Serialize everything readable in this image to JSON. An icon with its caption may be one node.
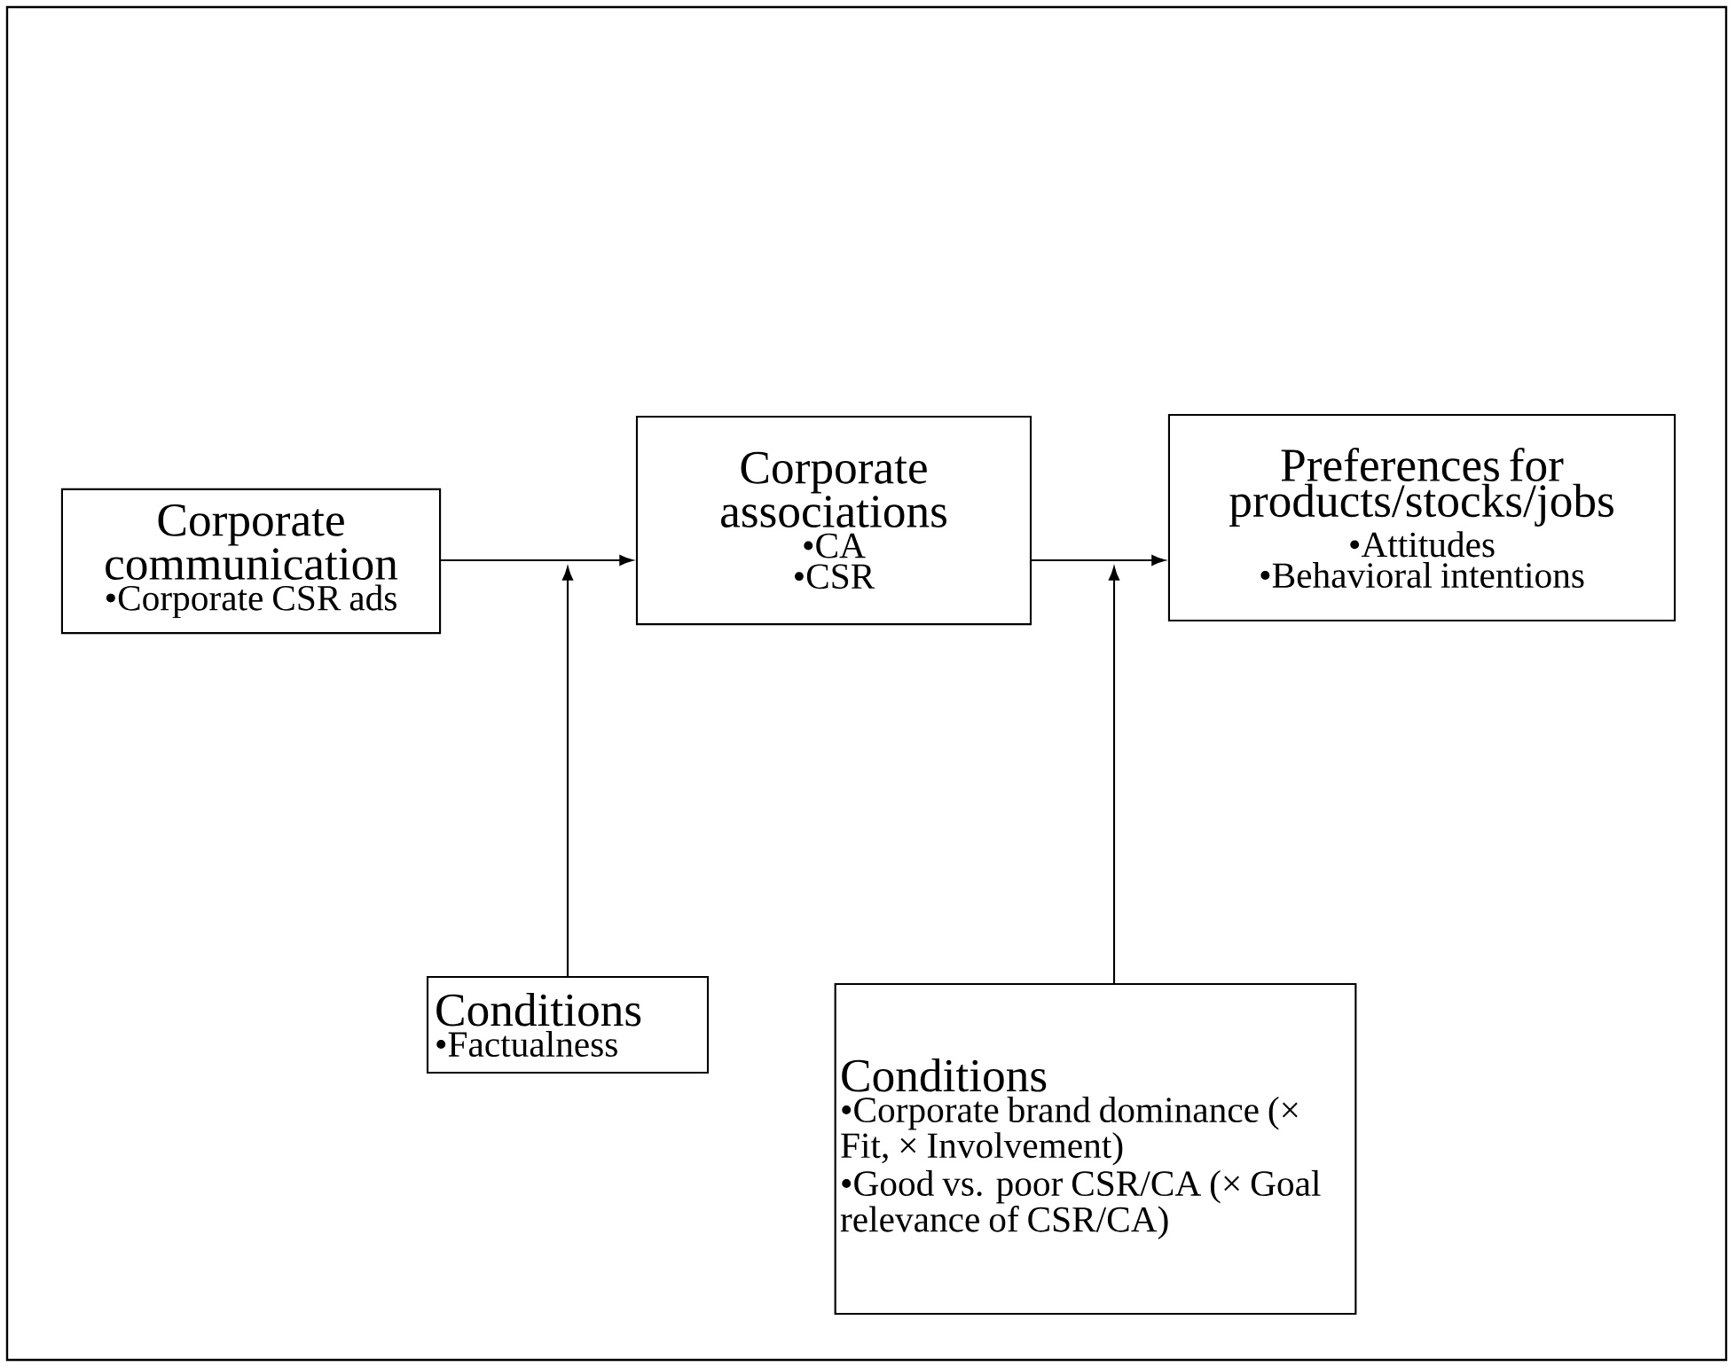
{
  "diagram": {
    "nodes": [
      {
        "text": [
          "Corporate communication",
          "•Corporate CSR ads"
        ]
      },
      {
        "text": [
          "Corporate associations",
          "•CA",
          "•CSR"
        ]
      },
      {
        "text": [
          "Preferences for products/stocks/jobs",
          "•Attitudes",
          "•Behavioral intentions"
        ]
      },
      {
        "text": [
          "Conditions",
          "•Factualness"
        ]
      },
      {
        "text": [
          "Conditions",
          "•Corporate brand dominance (× Fit, × Involvement)",
          "•Good vs. poor CSR/CA (× Goal relevance of CSR/CA)"
        ]
      }
    ],
    "edges": [
      {
        "from": 0,
        "to": 1,
        "arrow": "to"
      },
      {
        "from": 1,
        "to": 2,
        "arrow": "to"
      },
      {
        "from": 3,
        "to": null,
        "arrow": "to"
      },
      {
        "from": 4,
        "to": null,
        "arrow": "to"
      }
    ]
  }
}
